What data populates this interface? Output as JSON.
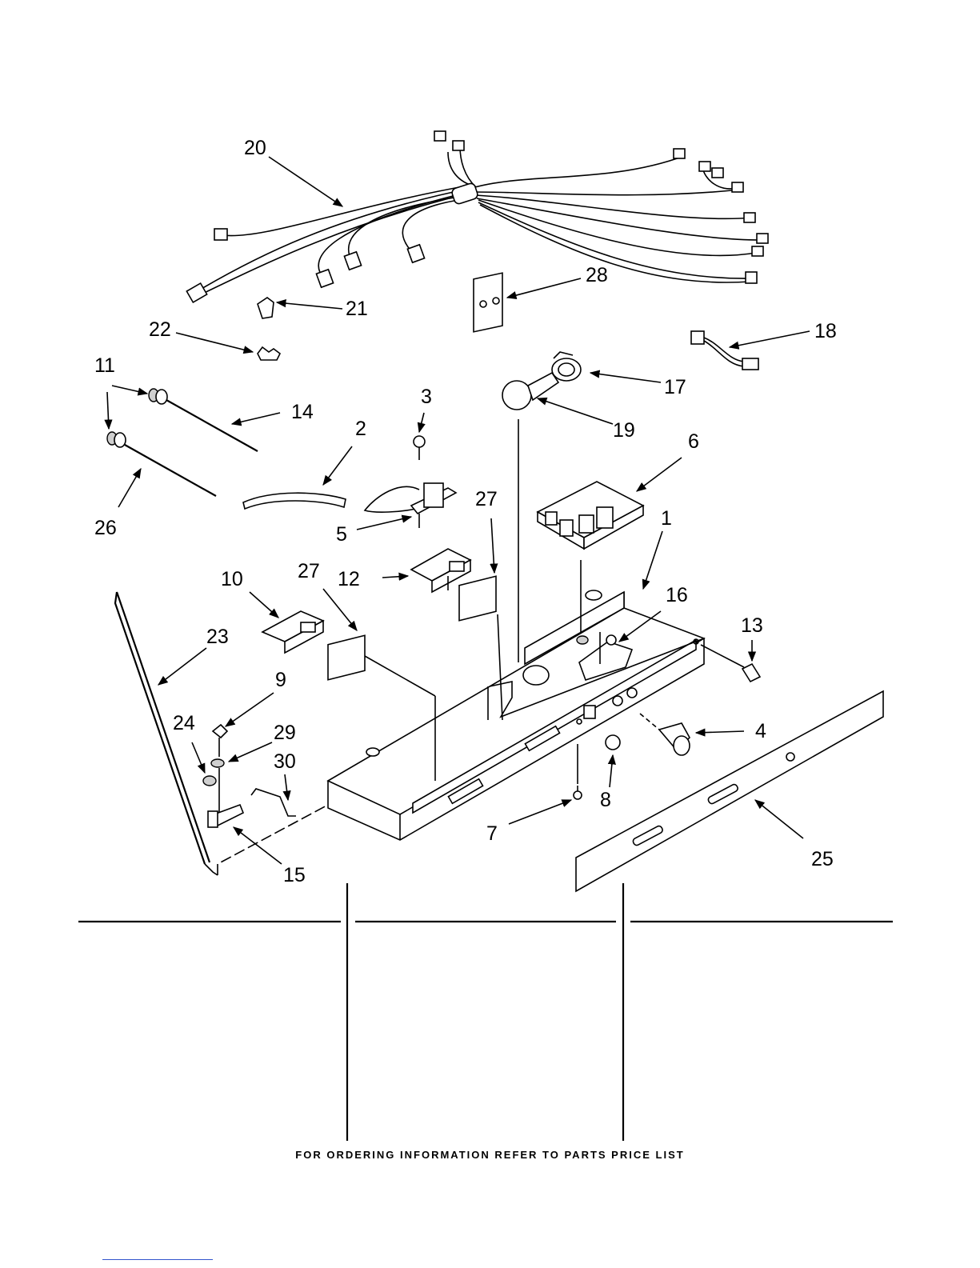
{
  "callouts": [
    "1",
    "2",
    "3",
    "4",
    "5",
    "6",
    "7",
    "8",
    "9",
    "10",
    "11",
    "12",
    "13",
    "14",
    "15",
    "16",
    "17",
    "18",
    "19",
    "20",
    "21",
    "22",
    "23",
    "24",
    "25",
    "26",
    "27",
    "27",
    "28",
    "29",
    "30"
  ],
  "footer_text": "FOR ORDERING INFORMATION REFER TO PARTS PRICE LIST"
}
